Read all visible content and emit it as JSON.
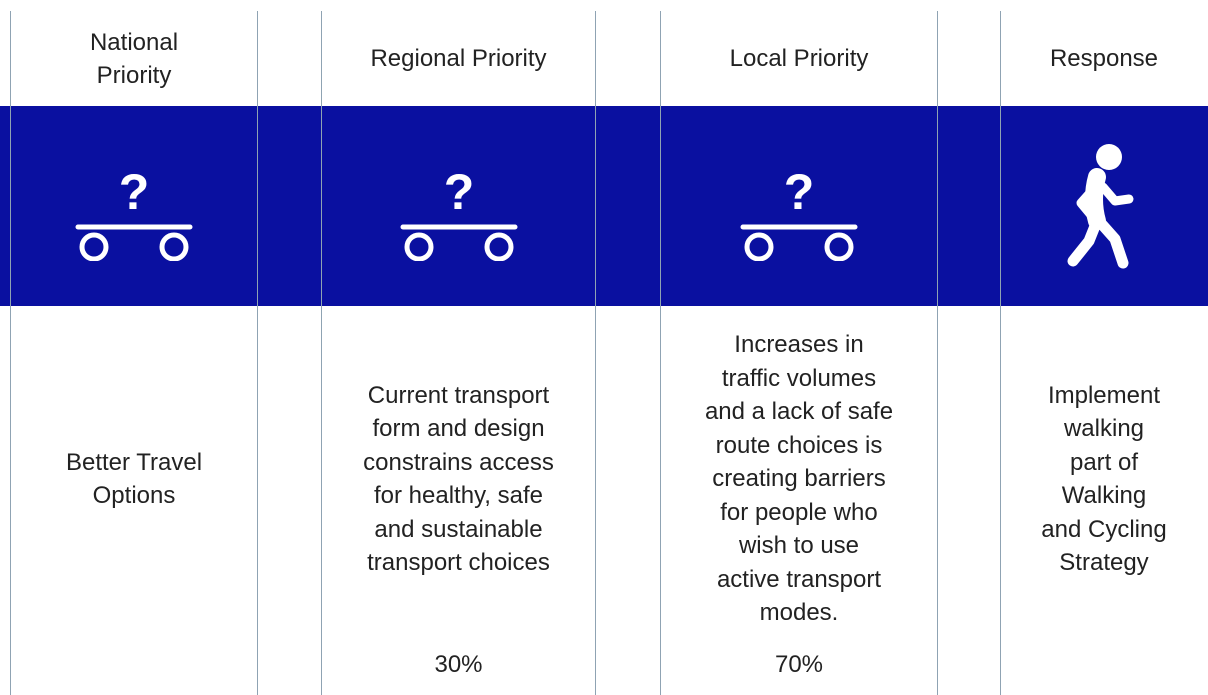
{
  "colors": {
    "band": "#0a10a0",
    "border": "#8fa3b3",
    "icon": "#ffffff",
    "text": "#222222"
  },
  "columns": [
    {
      "header": "National\nPriority",
      "icon": "question-balance-icon",
      "body": "Better Travel\nOptions",
      "footer": ""
    },
    {
      "header": "Regional Priority",
      "icon": "question-balance-icon",
      "body": "Current transport\nform and design\nconstrains access\nfor healthy, safe\nand sustainable\ntransport choices",
      "footer": "30%"
    },
    {
      "header": "Local Priority",
      "icon": "question-balance-icon",
      "body": "Increases in\ntraffic volumes\nand a lack of safe\nroute choices is\ncreating barriers\nfor people who\nwish to use\nactive transport\nmodes.",
      "footer": "70%"
    },
    {
      "header": "Response",
      "icon": "walking-person-icon",
      "body": "Implement\nwalking\npart of\nWalking\nand Cycling\nStrategy",
      "footer": ""
    }
  ],
  "question_mark": "?"
}
